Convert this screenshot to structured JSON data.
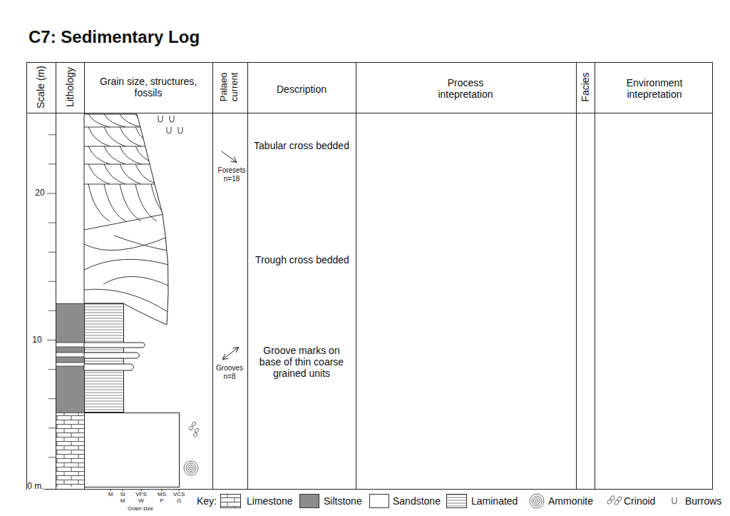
{
  "diagram": {
    "title": "C7: Sedimentary Log",
    "labels": [
      "Scale (m)",
      "Lithology",
      "Grain size, structures, fossils",
      "Palaeo current",
      "Description",
      "Process intepretation",
      "Facies",
      "Environment intepretation",
      "20",
      "10",
      "0 m.",
      "Tabular cross bedded",
      "Foresets",
      "n=18",
      "Trough cross bedded",
      "Groove marks on base of thin coarse grained units",
      "Grooves",
      "n=8",
      "M",
      "Si",
      "VFS",
      "MS",
      "VCS",
      "M",
      "W",
      "P",
      "G",
      "Grain size",
      "Key:"
    ],
    "legend": [
      {
        "text": "Limestone"
      },
      {
        "text": "Siltstone",
        "color": "#8c8c8c"
      },
      {
        "text": "Sandstone",
        "color": "#ffffff"
      },
      {
        "text": "Laminated"
      },
      {
        "text": "Ammonite"
      },
      {
        "text": "Crinoid"
      },
      {
        "text": "Burrows"
      }
    ]
  }
}
